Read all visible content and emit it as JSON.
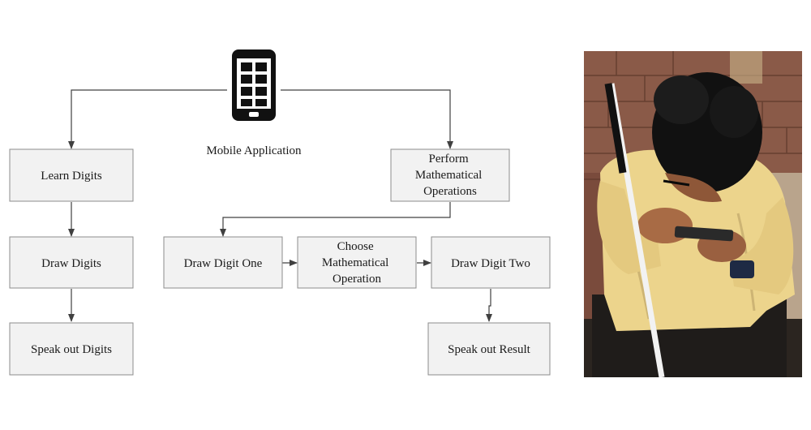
{
  "diagram": {
    "caption": "Mobile Application",
    "nodes": {
      "learn": [
        "Learn Digits"
      ],
      "draw": [
        "Draw Digits"
      ],
      "speak_digits": [
        "Speak out Digits"
      ],
      "perform": [
        "Perform",
        "Mathematical",
        "Operations"
      ],
      "draw_one": [
        "Draw Digit One"
      ],
      "choose": [
        "Choose",
        "Mathematical",
        "Operation"
      ],
      "draw_two": [
        "Draw Digit Two"
      ],
      "speak_result": [
        "Speak out Result"
      ]
    }
  },
  "colors": {
    "box_fill": "#f2f2f2",
    "box_stroke": "#8c8c8c",
    "line": "#404040",
    "phone": "#111111"
  }
}
